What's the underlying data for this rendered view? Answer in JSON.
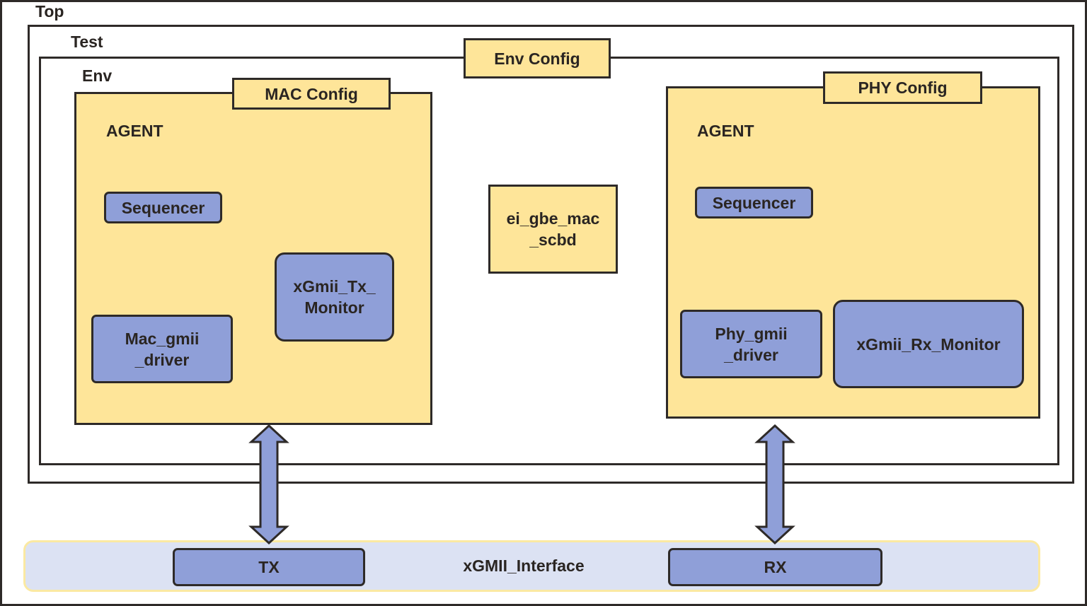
{
  "diagram": {
    "top": {
      "label": "Top"
    },
    "test": {
      "label": "Test"
    },
    "env": {
      "label": "Env"
    },
    "env_config": {
      "label": "Env Config"
    },
    "mac_agent": {
      "config_label": "MAC Config",
      "agent_label": "AGENT",
      "sequencer": "Sequencer",
      "driver": "Mac_gmii\n_driver",
      "monitor": "xGmii_Tx_\nMonitor"
    },
    "scoreboard": {
      "label": "ei_gbe_mac\n_scbd"
    },
    "phy_agent": {
      "config_label": "PHY Config",
      "agent_label": "AGENT",
      "sequencer": "Sequencer",
      "driver": "Phy_gmii\n_driver",
      "monitor": "xGmii_Rx_Monitor"
    },
    "interface": {
      "label": "xGMII_Interface",
      "tx": "TX",
      "rx": "RX"
    },
    "colors": {
      "component_fill": "#fee599",
      "subcomponent_fill": "#8f9fd8",
      "interface_fill": "#dce2f3",
      "outline": "#2e2a28"
    }
  }
}
